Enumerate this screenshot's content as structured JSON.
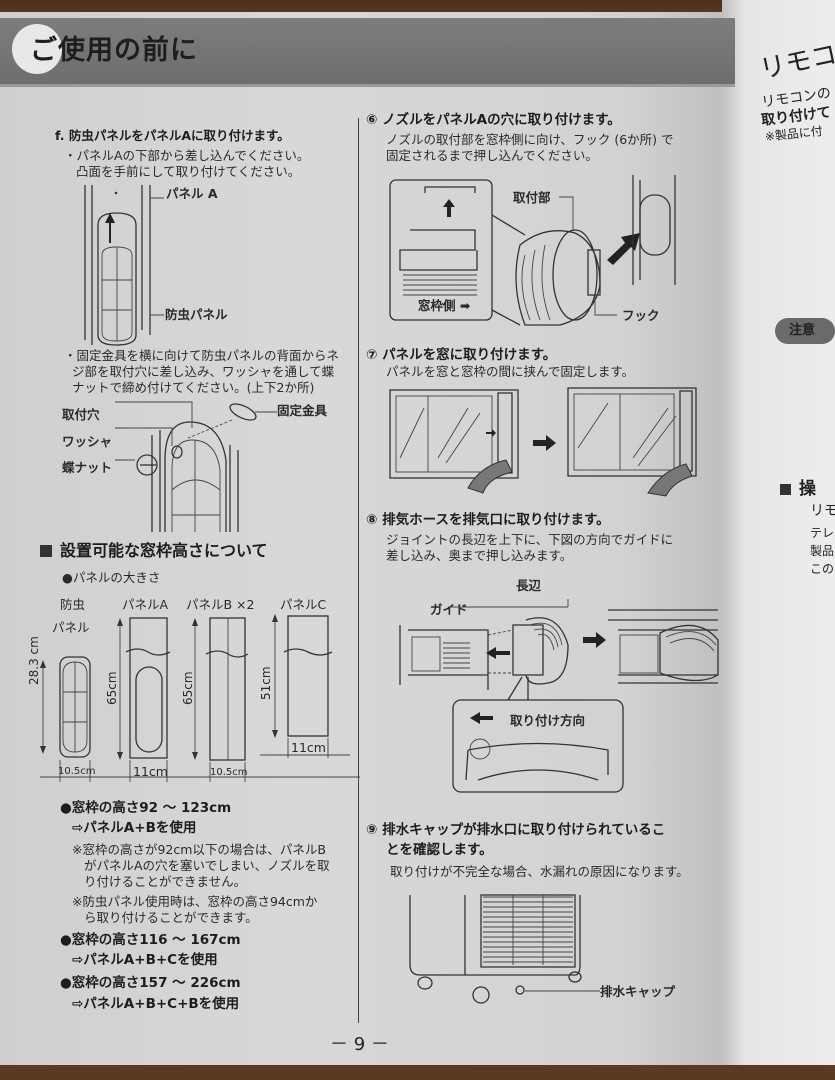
{
  "header": {
    "title": "ご使用の前に"
  },
  "left": {
    "step_f": {
      "title": "f. 防虫パネルをパネルAに取り付けます。",
      "bullet1_line1": "・パネルAの下部から差し込んでください。",
      "bullet1_line2": "凸面を手前にして取り付けてください。",
      "label_panel_a": "パネル A",
      "label_insect_panel": "防虫パネル",
      "bullet2_line1": "・固定金具を横に向けて防虫パネルの背面からネ",
      "bullet2_line2": "ジ部を取付穴に差し込み、ワッシャを通して蝶",
      "bullet2_line3": "ナットで締め付けてください。(上下2か所)",
      "label_mount_hole": "取付穴",
      "label_washer": "ワッシャ",
      "label_wing_nut": "蝶ナット",
      "label_bracket": "固定金具"
    },
    "section": {
      "title": "設置可能な窓枠高さについて",
      "sub": "●パネルの大きさ",
      "panels": [
        {
          "name_line1": "防虫",
          "name_line2": "パネル",
          "height": "28.3 cm",
          "width": "10.5cm"
        },
        {
          "name_line1": "パネルA",
          "name_line2": "",
          "height": "65cm",
          "width": "11cm"
        },
        {
          "name_line1": "パネルB ×2",
          "name_line2": "",
          "height": "65cm",
          "width": "10.5cm"
        },
        {
          "name_line1": "パネルC",
          "name_line2": "",
          "height": "51cm",
          "width": "11cm"
        }
      ],
      "ranges": [
        {
          "range": "●窓枠の高さ92 ～ 123cm",
          "use": "⇨パネルA+Bを使用",
          "notes": [
            "※窓枠の高さが92cm以下の場合は、パネルB",
            "がパネルAの穴を塞いでしまい、ノズルを取",
            "り付けることができません。",
            "※防虫パネル使用時は、窓枠の高さ94cmか",
            "ら取り付けることができます。"
          ]
        },
        {
          "range": "●窓枠の高さ116 ～ 167cm",
          "use": "⇨パネルA+B+Cを使用"
        },
        {
          "range": "●窓枠の高さ157 ～ 226cm",
          "use": "⇨パネルA+B+C+Bを使用"
        }
      ]
    }
  },
  "right": {
    "step6": {
      "title": "⑥ ノズルをパネルAの穴に取り付けます。",
      "line1": "ノズルの取付部を窓枠側に向け、フック (6か所) で",
      "line2": "固定されるまで押し込んでください。",
      "label_mount": "取付部",
      "label_window_side": "窓枠側 ➡",
      "label_hook": "フック"
    },
    "step7": {
      "title": "⑦ パネルを窓に取り付けます。",
      "line1": "パネルを窓と窓枠の間に挟んで固定します。"
    },
    "step8": {
      "title": "⑧ 排気ホースを排気口に取り付けます。",
      "line1": "ジョイントの長辺を上下に、下図の方向でガイドに",
      "line2": "差し込み、奥まで押し込みます。",
      "label_long_side": "長辺",
      "label_guide": "ガイド",
      "label_direction": "取り付け方向"
    },
    "step9": {
      "title_line1": "⑨ 排水キャップが排水口に取り付けられているこ",
      "title_line2": "とを確認します。",
      "line1": "取り付けが不完全な場合、水漏れの原因になります。",
      "label_drain_cap": "排水キャップ"
    }
  },
  "next_page": {
    "title": "リモコ",
    "line1": "リモコンの",
    "line2": "取り付けて",
    "line3": "※製品に付",
    "notice": "注意",
    "section": "操",
    "s1": "リモ",
    "s2": "テレ",
    "s3": "製品",
    "s4": "この"
  },
  "footer": {
    "page_number": "－ 9 －"
  },
  "colors": {
    "header_band": "#767676",
    "paper": "#d6d6d6",
    "ink": "#2a2a2a"
  }
}
